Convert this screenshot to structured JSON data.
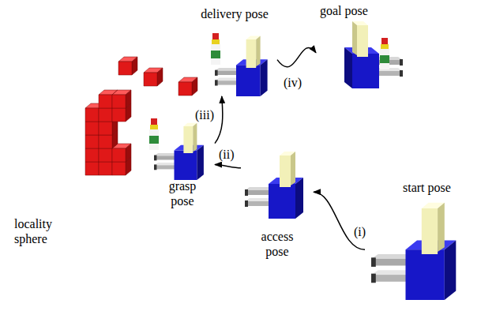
{
  "diagram": {
    "nodes": [
      {
        "text": [
          "delivery pose"
        ]
      },
      {
        "text": [
          "goal pose"
        ]
      },
      {
        "text": [
          "locality sphere"
        ]
      },
      {
        "text": [
          "grasp pose"
        ],
        "in": 2
      },
      {
        "text": [
          "access pose"
        ]
      },
      {
        "text": [
          "start pose"
        ]
      }
    ],
    "edges": [
      {
        "from": 5,
        "to": 4,
        "label": "(i)",
        "arrow": "to"
      },
      {
        "from": 4,
        "to": 3,
        "label": "(ii)",
        "arrow": "to"
      },
      {
        "from": 3,
        "to": 0,
        "label": "(iii)",
        "arrow": "to"
      },
      {
        "from": 0,
        "to": 1,
        "label": "(iv)",
        "arrow": "to"
      }
    ]
  }
}
